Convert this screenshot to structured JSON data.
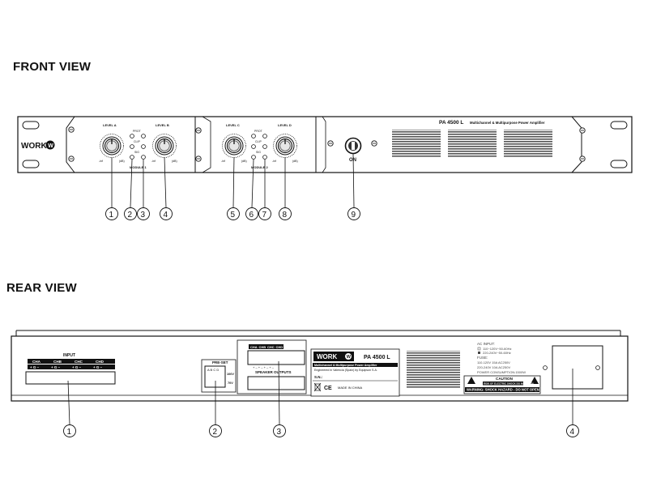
{
  "front": {
    "heading": "FRONT VIEW",
    "brand": "WORK",
    "brand_mark": "W",
    "model": "PA 4500 L",
    "model_desc": "Multichannel & Multipurpose Power Amplifier",
    "module1": "MODULE 1",
    "module2": "MODULE 2",
    "level_a": "LEVEL A",
    "level_b": "LEVEL B",
    "level_c": "LEVEL C",
    "level_d": "LEVEL D",
    "inf": "-inf",
    "db": "(dB)",
    "ind_prot": "PROT",
    "ind_clip": "CLIP",
    "ind_sig": "SIG",
    "power_label": "ON",
    "callouts": [
      "1",
      "2",
      "3",
      "4",
      "5",
      "6",
      "7",
      "8",
      "9"
    ]
  },
  "rear": {
    "heading": "REAR VIEW",
    "input_label": "INPUT",
    "inputs": [
      "CHA",
      "CHB",
      "CHC",
      "CHD"
    ],
    "input_pins": "+ G –",
    "preset_label": "PRE-SET",
    "preset_letters": "A B C D",
    "preset_100": "100V",
    "preset_70": "70V",
    "outputs": [
      "CHA",
      "CHB",
      "CHC",
      "CHD"
    ],
    "speaker_outputs": "SPEAKER OUTPUTS",
    "polarity": "+ – + – + – + –",
    "brand": "WORK",
    "brand_mark": "W",
    "model": "PA 4500 L",
    "model_desc": "Multichannel & Multipurpose Power Amplifier",
    "engineered": "Engineered in Valencia (Spain) by Equipson S.A.",
    "sn": "S.N.:",
    "made": "MADE IN CHINA",
    "ce": "CE",
    "ac_input": "AC INPUT:",
    "ac1": "110~120V~50-60Hz",
    "ac2": "220-240V~50-60Hz",
    "fuse": "FUSE:",
    "fuse1": "110-120V 15A AC250V",
    "fuse2": "220-240V 10A AC250V",
    "power_cons": "POWER CONSUMPTION:1500W",
    "caution": "CAUTION",
    "caution_sub": "RISK OF ELECTRIC SHOCK DO NOT OPEN",
    "warning": "WARNING: SHOCK HAZARD - DO NOT OPEN",
    "callouts": [
      "1",
      "2",
      "3",
      "4"
    ]
  }
}
